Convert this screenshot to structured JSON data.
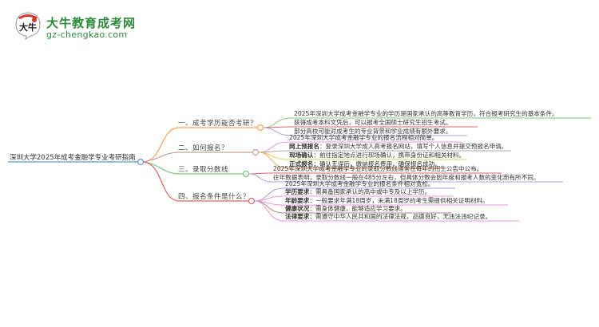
{
  "logo": {
    "badge_text": "大牛",
    "title": "大牛教育成考网",
    "url": "gz-chengkao.com"
  },
  "colors": {
    "root_line": "#5b9bd5",
    "branch1": "#f5a55a",
    "branch2": "#c9a49a",
    "branch3": "#7cc87c",
    "branch4": "#e06666",
    "leaf_green": "#7cc87c",
    "leaf_red": "#e06666",
    "leaf_purple": "#b39ddb",
    "leaf_pink": "#e89ae0",
    "leaf_gray": "#aaaaaa",
    "leaf_yellow": "#d9d36a",
    "leaf_orange": "#f5a55a",
    "leaf_brown": "#b48a80",
    "logo_green": "#2e8b3a"
  },
  "mindmap": {
    "root": "深圳大学2025年成考金融学专业考研指南",
    "branches": [
      {
        "label": "一、成考学历能否考研？",
        "leaves": [
          {
            "bold": "",
            "text": "2025年深圳大学成考金融学专业的学历是国家承认的高等教育学历，符合报考研究生的基本条件。"
          },
          {
            "bold": "",
            "text": "获得成考本科文凭后，可以报考全国硕士研究生招生考试。"
          },
          {
            "bold": "",
            "text": "部分高校可能对成考生的专业背景和学业成绩有额外要求。"
          }
        ]
      },
      {
        "label": "二、如何报名？",
        "leaves": [
          {
            "bold": "",
            "text": "2025年深圳大学成考金融学专业的报名流程相对简单。"
          },
          {
            "bold": "网上预报名",
            "text": "：登录深圳大学成人高考报名网站，填写个人信息并提交预报名申请。"
          },
          {
            "bold": "现场确认",
            "text": "：前往指定地点进行现场确认，携带身份证和相关材料。"
          },
          {
            "bold": "正式报名",
            "text": "：确认无误后，缴纳报名费用，确保报名成功。"
          }
        ]
      },
      {
        "label": "三、录取分数线",
        "leaves": [
          {
            "bold": "",
            "text": "2025年深圳大学成考金融学专业的录取分数线通常在每年的招生公告中公布。"
          },
          {
            "bold": "",
            "text": "往年数据表明，录取分数线一般在485分左右，但具体分数会因年度和报考人数的变化而有所不同。"
          }
        ]
      },
      {
        "label": "四、报名条件是什么？",
        "leaves": [
          {
            "bold": "",
            "text": "2025年深圳大学成考金融学专业的报名条件相对宽松。"
          },
          {
            "bold": "学历要求",
            "text": "：需具备国家承认的高中或中专及以上学历。"
          },
          {
            "bold": "年龄要求",
            "text": "：一般要求年满18周岁，未满18周岁的考生需提供相关证明材料。"
          },
          {
            "bold": "健康状况",
            "text": "：需身体健康，能够适应学习要求。"
          },
          {
            "bold": "法律要求",
            "text": "：需遵守中华人民共和国的法律法规，品德良好，无违法违纪记录。"
          }
        ]
      }
    ]
  }
}
